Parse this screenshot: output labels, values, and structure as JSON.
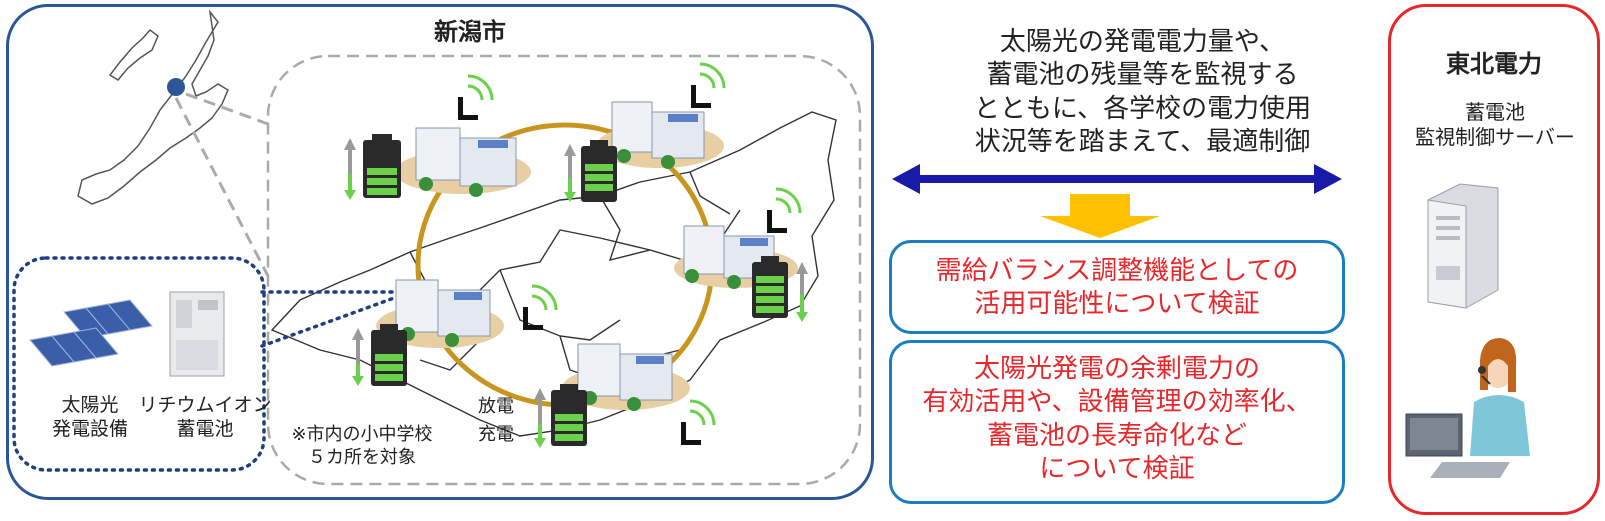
{
  "niigata": {
    "title": "新潟市",
    "equipment": {
      "solar_label": [
        "太陽光",
        "発電設備"
      ],
      "battery_label": [
        "リチウムイオン",
        "蓄電池"
      ]
    },
    "note": [
      "※市内の小中学校",
      "５カ所を対象"
    ],
    "discharge_label": "放電",
    "charge_label": "充電"
  },
  "center": {
    "monitor_text": [
      "太陽光の発電電力量や、",
      "蓄電池の残量等を監視する",
      "とともに、各学校の電力使用",
      "状況等を踏まえて、最適制御"
    ],
    "result_box_1": [
      "需給バランス調整機能としての",
      "活用可能性について検証"
    ],
    "result_box_2": [
      "太陽光発電の余剰電力の",
      "有効活用や、設備管理の効率化、",
      "蓄電池の長寿命化など",
      "について検証"
    ]
  },
  "tohoku": {
    "title": "東北電力",
    "server_label": [
      "蓄電池",
      "監視制御サーバー"
    ]
  },
  "colors": {
    "niigata_border": "#2b5797",
    "tohoku_border": "#e8272b",
    "box_border": "#1a7fc1",
    "red_text": "#e8272b",
    "arrow_blue": "#1a1aa8",
    "arrow_yellow": "#ffc000",
    "ring": "#c8961e",
    "battery_green": "#6bd14a"
  },
  "icons": [
    "map-niigata-icon",
    "solar-panel-icon",
    "battery-cabinet-icon",
    "school-building-icon",
    "battery-icon",
    "antenna-icon",
    "server-icon",
    "operator-icon"
  ]
}
